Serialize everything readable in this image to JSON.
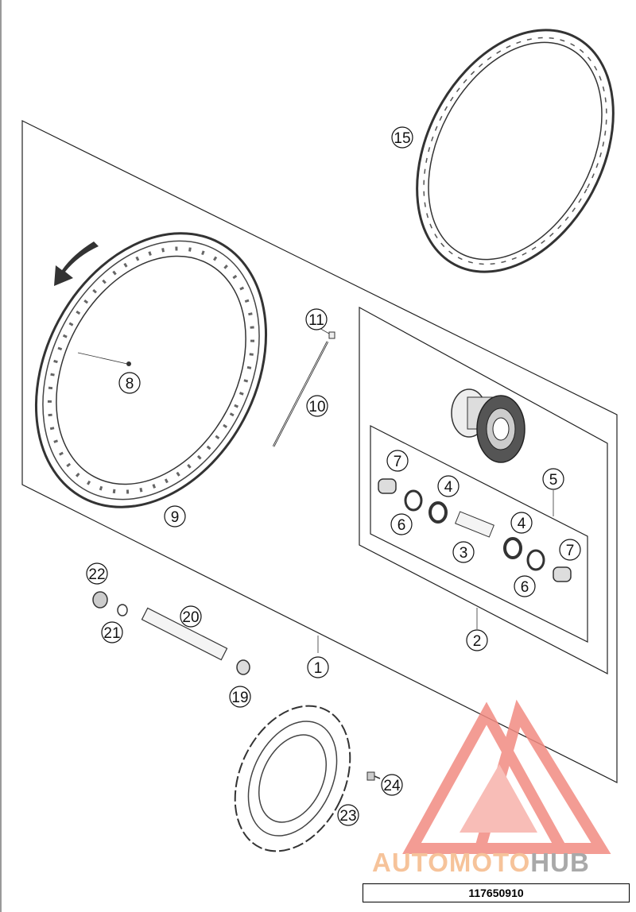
{
  "diagram": {
    "callouts": {
      "c1": "1",
      "c2": "2",
      "c3": "3",
      "c4a": "4",
      "c4b": "4",
      "c5": "5",
      "c6a": "6",
      "c6b": "6",
      "c7a": "7",
      "c7b": "7",
      "c8": "8",
      "c9": "9",
      "c10": "10",
      "c11": "11",
      "c15": "15",
      "c19": "19",
      "c20": "20",
      "c21": "21",
      "c22": "22",
      "c23": "23",
      "c24": "24"
    }
  },
  "watermark": {
    "part1": "AUTOMOTO",
    "part2": "HUB",
    "color_primary": "#f28b82",
    "color_text": "#f6c39a",
    "color_gray": "#a9a9a9"
  },
  "part_number": "117650910"
}
